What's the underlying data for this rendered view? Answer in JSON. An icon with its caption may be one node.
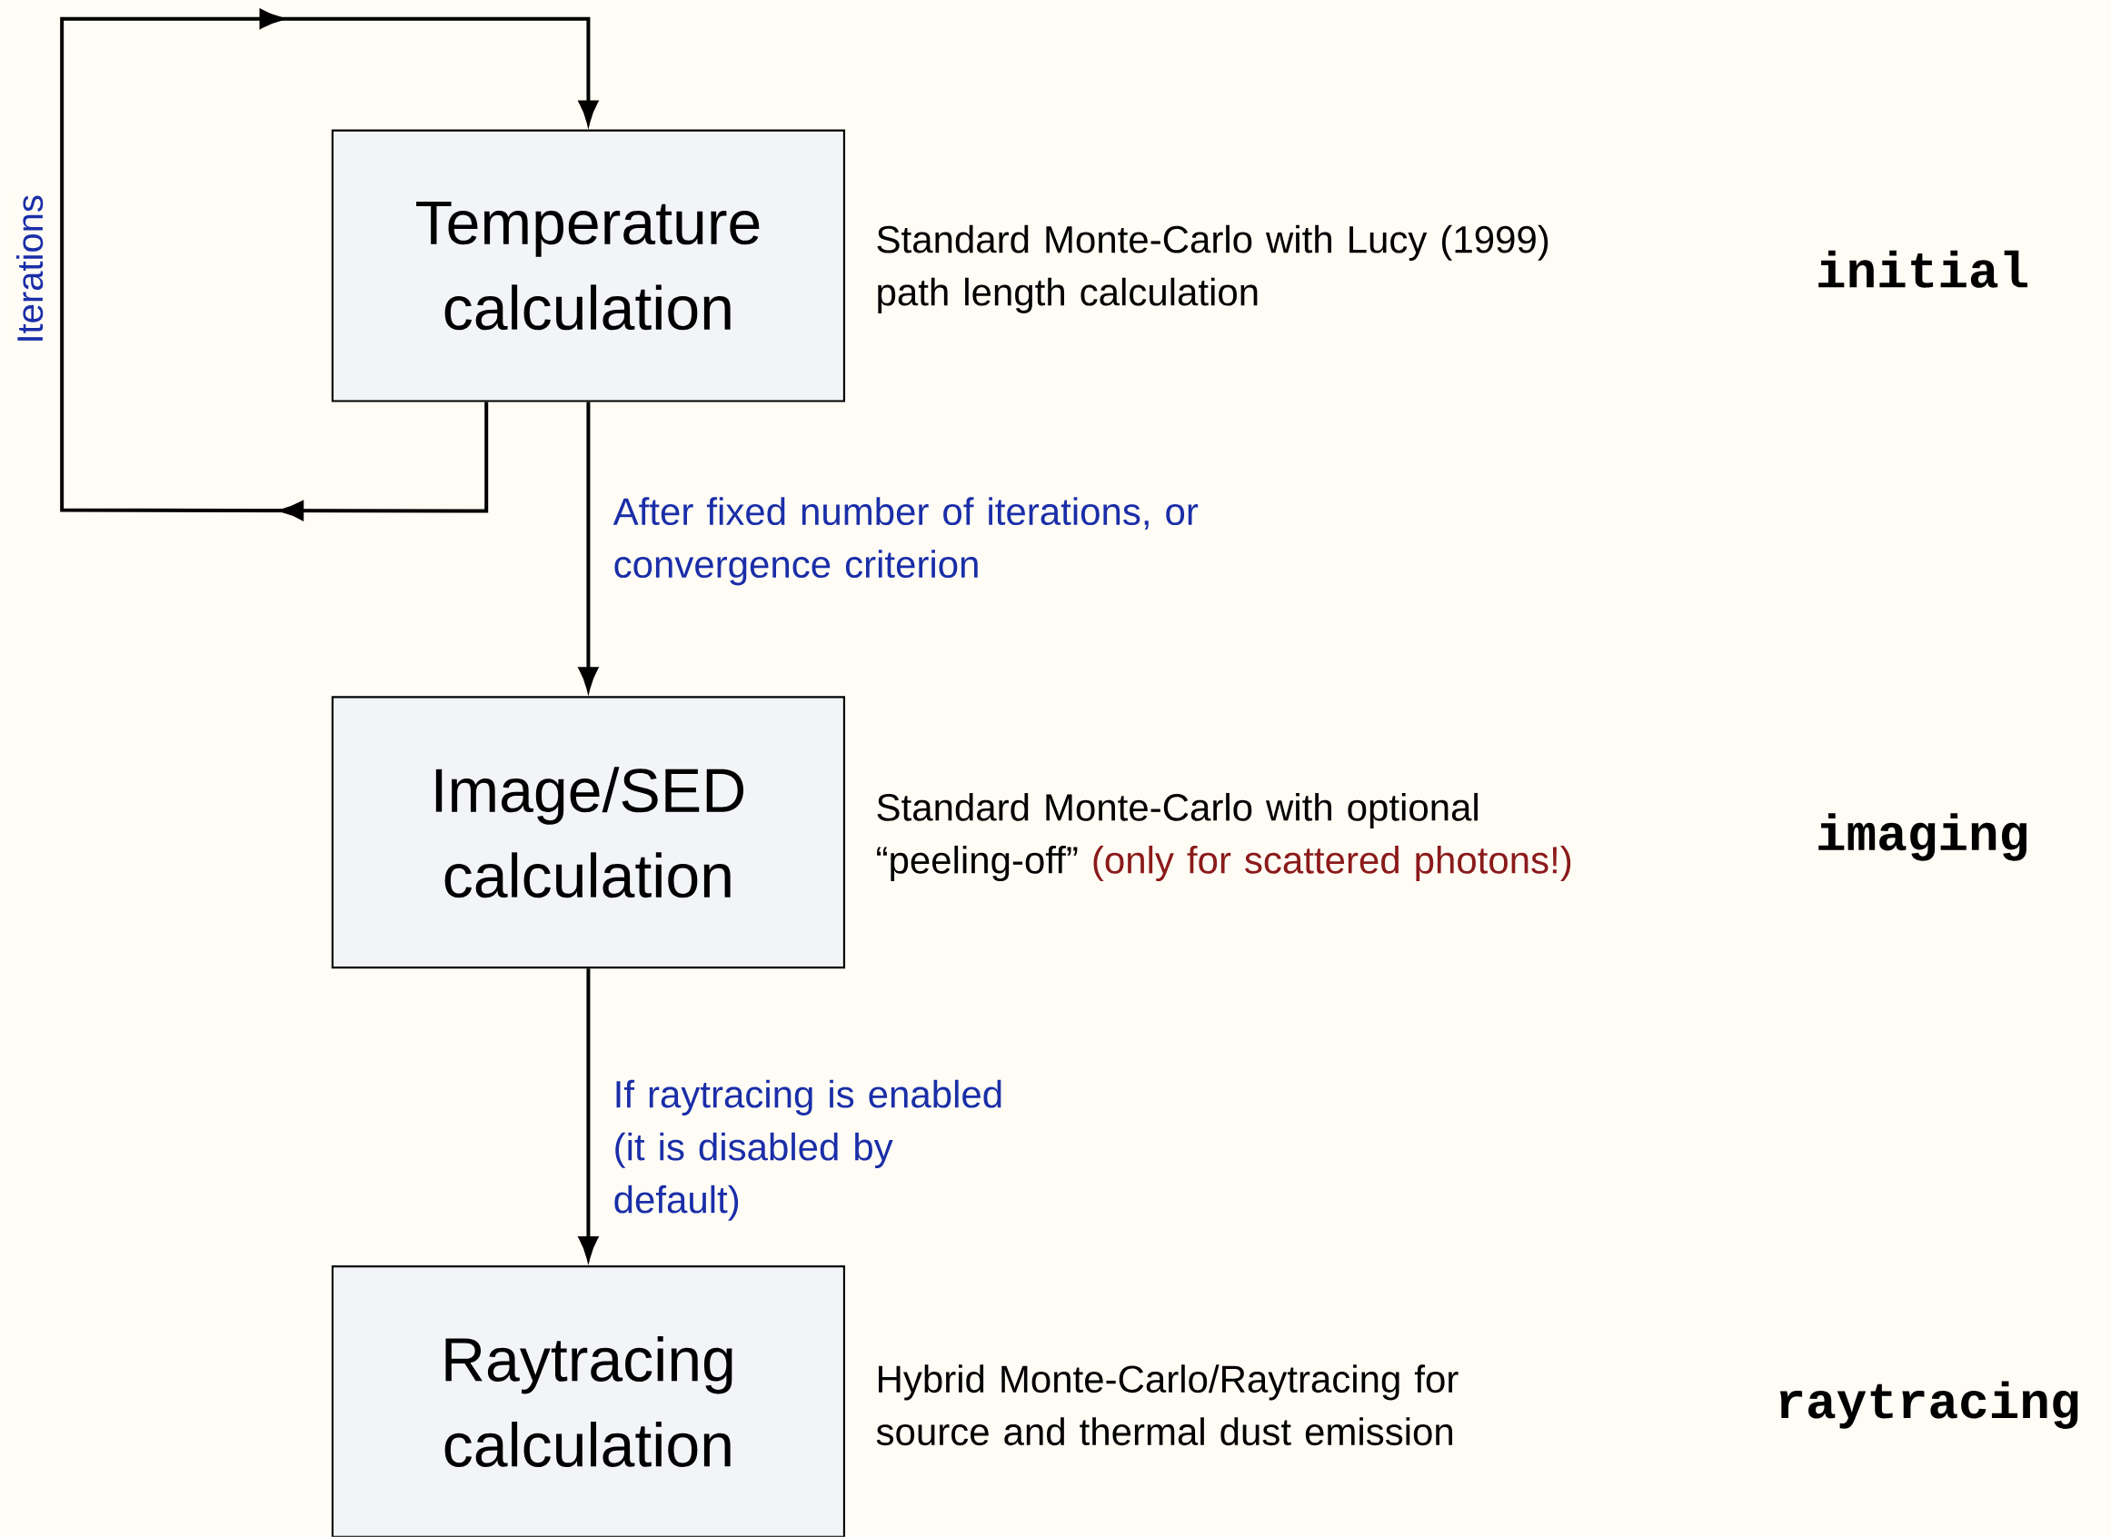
{
  "diagram": {
    "nodes": [
      {
        "text": [
          "Temperature calculation"
        ],
        "beside": [
          "Standard Monte-Carlo with Lucy (1999) path length calculation"
        ]
      },
      {
        "text": [
          "Image/SED calculation"
        ],
        "beside": [
          "Standard Monte-Carlo with optional “peeling-off”",
          "(only for scattered photons!)"
        ]
      },
      {
        "text": [
          "Raytracing calculation"
        ],
        "beside": [
          "Hybrid Monte-Carlo/Raytracing for source and thermal dust emission"
        ]
      }
    ],
    "edges": [
      {
        "from": 0,
        "to": 0,
        "arrow": "to",
        "label": "Iterations"
      },
      {
        "from": 0,
        "to": 1,
        "arrow": "to",
        "label": "After fixed number of iterations, or convergence criterion"
      },
      {
        "from": 1,
        "to": 2,
        "arrow": "to",
        "label": "If raytracing is enabled (it is disabled by default)"
      }
    ],
    "labels": [
      "initial",
      "imaging",
      "raytracing"
    ]
  }
}
